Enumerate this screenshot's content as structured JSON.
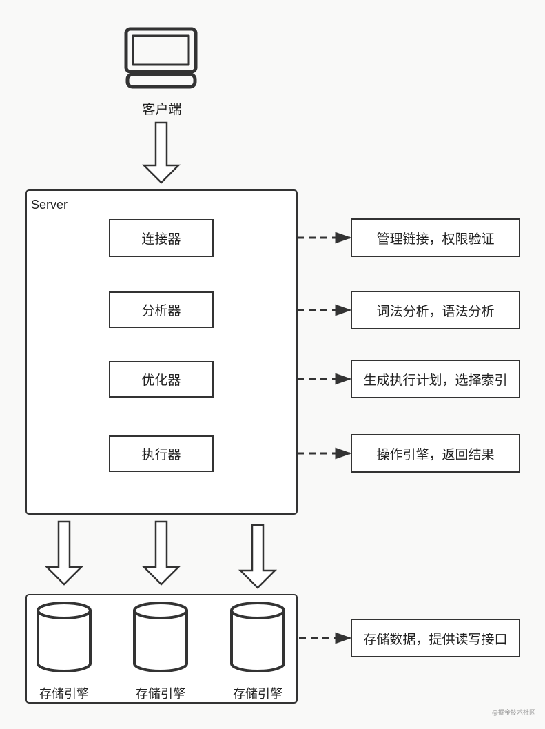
{
  "client": {
    "label": "客户端",
    "icon": "laptop-icon"
  },
  "server": {
    "label": "Server",
    "components": [
      {
        "name": "连接器",
        "note": "管理链接，权限验证"
      },
      {
        "name": "分析器",
        "note": "词法分析，语法分析"
      },
      {
        "name": "优化器",
        "note": "生成执行计划，选择索引"
      },
      {
        "name": "执行器",
        "note": "操作引擎，返回结果"
      }
    ]
  },
  "storage": {
    "engines": [
      "存储引擎",
      "存储引擎",
      "存储引擎"
    ],
    "note": "存储数据，提供读写接口"
  },
  "watermark": "@掘金技术社区",
  "colors": {
    "stroke": "#333333",
    "background": "#f9f9f8",
    "box": "#ffffff"
  }
}
